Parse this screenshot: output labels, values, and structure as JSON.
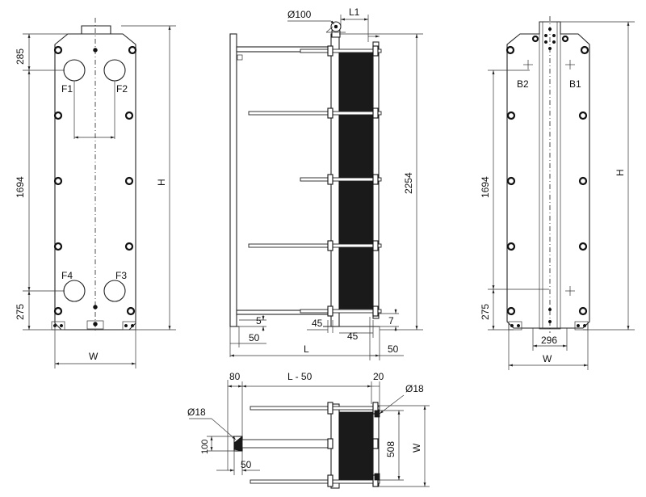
{
  "front_view": {
    "dim_top": "285",
    "dim_mid": "1694",
    "dim_bottom": "275",
    "dim_height": "H",
    "dim_width": "W",
    "ports": [
      "F1",
      "F2",
      "F4",
      "F3"
    ]
  },
  "side_view": {
    "dim_port_diameter": "Ø100",
    "dim_l1": "L1",
    "dim_total_height": "2254",
    "dim_small_5": "5",
    "dim_50_left": "50",
    "dim_45_a": "45",
    "dim_45_b": "45",
    "dim_7": "7",
    "dim_length": "L",
    "dim_50_right": "50"
  },
  "back_view": {
    "ports": [
      "B2",
      "B1"
    ],
    "dim_mid": "1694",
    "dim_height": "H",
    "dim_bottom": "275",
    "dim_296": "296",
    "dim_width": "W"
  },
  "top_view": {
    "dim_80": "80",
    "dim_l_minus_50": "L - 50",
    "dim_20": "20",
    "dim_d18_right": "Ø18",
    "dim_d18_left": "Ø18",
    "dim_100": "100",
    "dim_508": "508",
    "dim_w": "W",
    "dim_50": "50"
  }
}
